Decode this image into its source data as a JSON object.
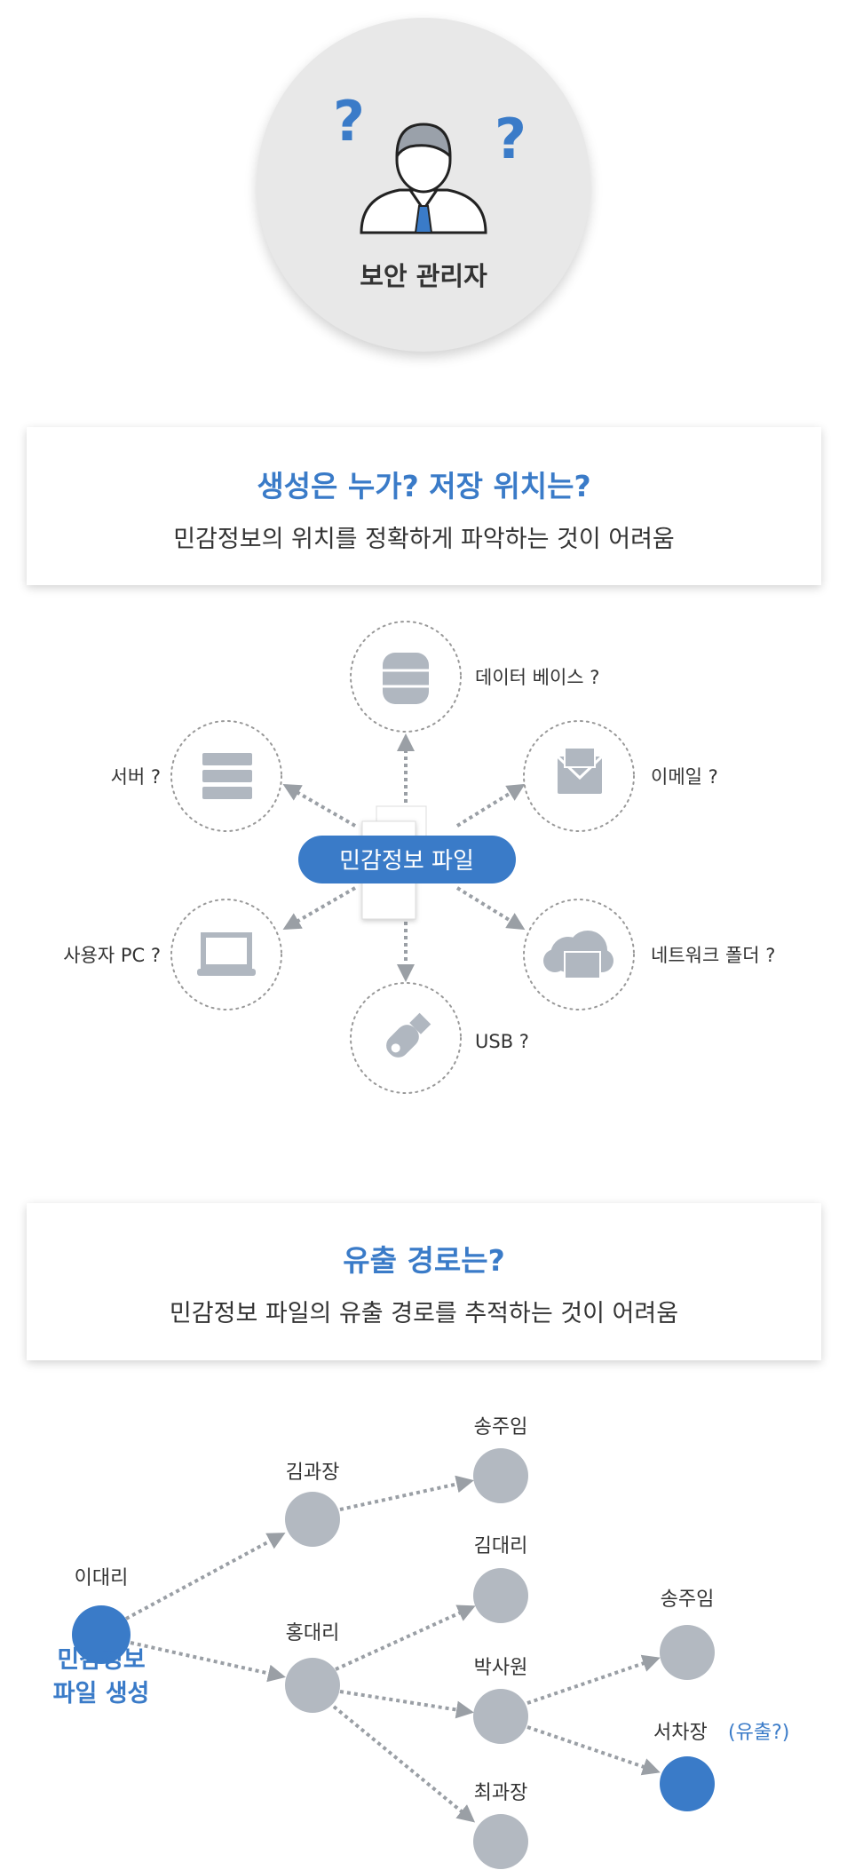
{
  "admin": {
    "label": "보안 관리자",
    "question_mark": "?"
  },
  "box1": {
    "title": "생성은 누가? 저장 위치는?",
    "subtitle": "민감정보의 위치를 정확하게 파악하는 것이 어려움"
  },
  "storage": {
    "center": "민감정보 파일",
    "targets": {
      "database": "데이터 베이스 ?",
      "server": "서버 ?",
      "email": "이메일 ?",
      "pc": "사용자 PC ?",
      "network": "네트워크 폴더 ?",
      "usb": "USB ?"
    }
  },
  "box2": {
    "title": "유출 경로는?",
    "subtitle": "민감정보 파일의 유출 경로를 추적하는 것이 어려움"
  },
  "tree": {
    "origin": "이대리",
    "origin_note_1": "민감정보",
    "origin_note_2": "파일 생성",
    "kim_gwajang": "김과장",
    "hong_daeri": "홍대리",
    "song_juim_1": "송주임",
    "kim_daeri": "김대리",
    "park_sawon": "박사원",
    "choi_gwajang": "최과장",
    "song_juim_2": "송주임",
    "seo_chajang": "서차장",
    "leak_note": "(유출?)"
  },
  "colors": {
    "accent": "#3a7bc8",
    "node": "#b3b9c1",
    "icon": "#b0b7c0"
  }
}
